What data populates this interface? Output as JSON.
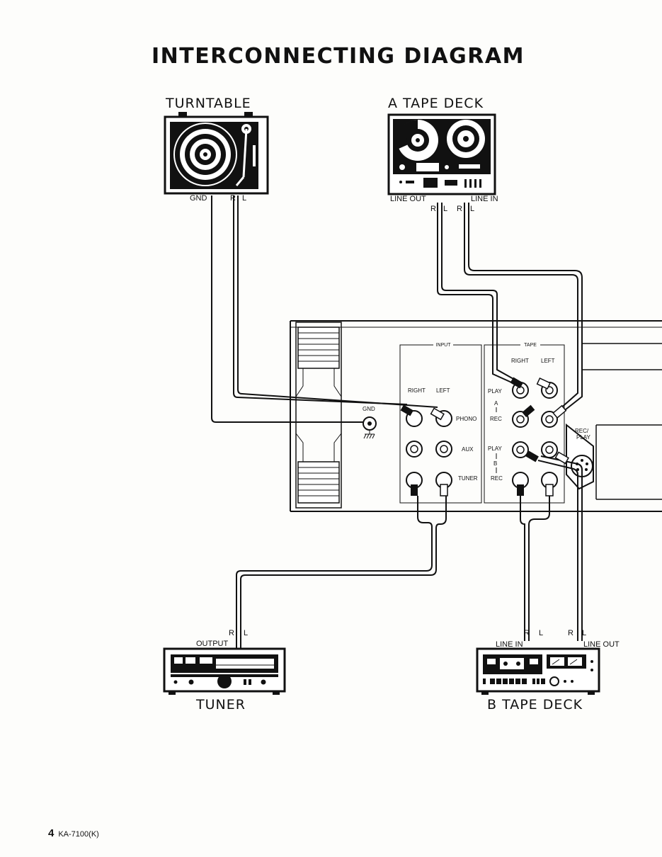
{
  "title": "INTERCONNECTING DIAGRAM",
  "devices": {
    "turntable": {
      "name": "TURNTABLE",
      "gnd": "GND",
      "r": "R",
      "l": "L"
    },
    "tape_a": {
      "name": "A TAPE DECK",
      "line_out": "LINE OUT",
      "line_in": "LINE IN",
      "r": "R",
      "l": "L"
    },
    "tuner": {
      "name": "TUNER",
      "output": "OUTPUT",
      "r": "R",
      "l": "L"
    },
    "tape_b": {
      "name": "B TAPE DECK",
      "line_in": "LINE IN",
      "line_out": "LINE OUT",
      "r": "R",
      "l": "L"
    }
  },
  "amplifier": {
    "input_header": "INPUT",
    "tape_header": "TAPE",
    "right": "RIGHT",
    "left": "LEFT",
    "gnd": "GND",
    "phono": "PHONO",
    "aux": "AUX",
    "tuner": "TUNER",
    "play": "PLAY",
    "rec": "REC",
    "a": "A",
    "b": "B",
    "rec_play": "REC/\nPLAY"
  },
  "footer": {
    "page": "4",
    "model": "KA-7100(K)"
  }
}
